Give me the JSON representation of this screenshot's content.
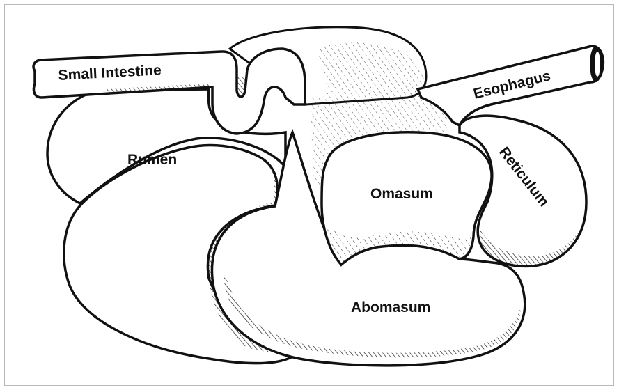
{
  "diagram": {
    "labels": {
      "small_intestine": "Small Intestine",
      "esophagus": "Esophagus",
      "rumen": "Rumen",
      "reticulum": "Reticulum",
      "omasum": "Omasum",
      "abomasum": "Abomasum"
    },
    "colors": {
      "ink": "#111111",
      "paper": "#ffffff",
      "frame": "#b9b9b9"
    }
  }
}
